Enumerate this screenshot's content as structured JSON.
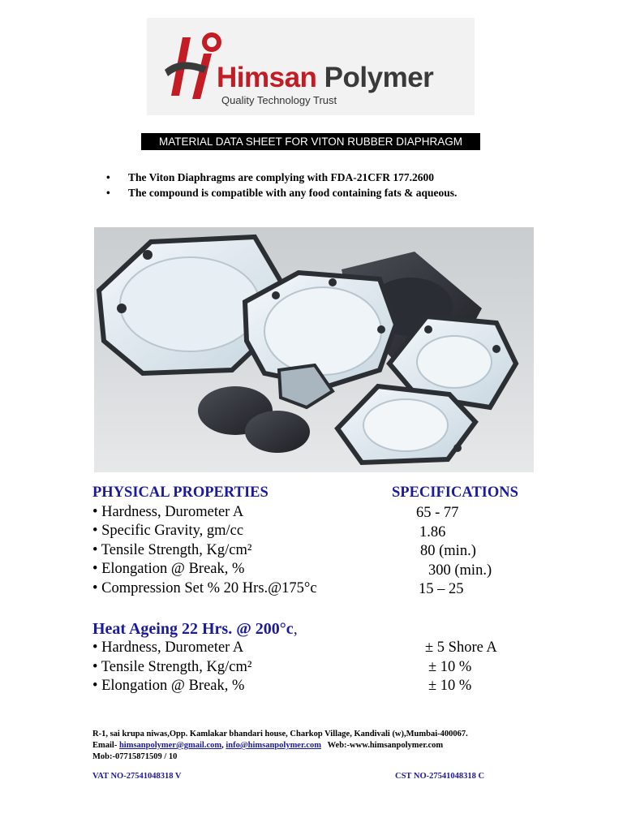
{
  "logo": {
    "name_part1": "Himsan",
    "name_part2": "Polymer",
    "tagline": "Quality Technology Trust",
    "colors": {
      "red": "#c31c24",
      "dark": "#3a3a3a",
      "background": "#f2f2f2"
    }
  },
  "title": "MATERIAL DATA SHEET FOR VITON RUBBER DIAPHRAGM",
  "bullets": [
    "The Viton Diaphragms are complying with FDA-21CFR 177.2600",
    "The compound is compatible with any food containing fats & aqueous."
  ],
  "photo": {
    "subject": "viton rubber diaphragms"
  },
  "physical": {
    "heading": "PHYSICAL PROPERTIES",
    "spec_heading": "SPECIFICATIONS",
    "rows": [
      {
        "label": "• Hardness, Durometer A",
        "value": "65 - 77"
      },
      {
        "label": "• Specific Gravity, gm/cc",
        "value": "1.86"
      },
      {
        "label": "• Tensile Strength, Kg/cm²",
        "value": "80 (min.)"
      },
      {
        "label": "• Elongation @ Break, %",
        "value": "300 (min.)"
      },
      {
        "label": "• Compression Set % 20 Hrs.@175°c",
        "value": "15 – 25"
      }
    ]
  },
  "heat": {
    "heading": "Heat Ageing 22 Hrs. @ 200°c",
    "heading_suffix": ",",
    "rows": [
      {
        "label": "• Hardness, Durometer A",
        "value": "± 5 Shore A"
      },
      {
        "label": "• Tensile Strength, Kg/cm²",
        "value": "± 10 %"
      },
      {
        "label": "• Elongation @ Break, %",
        "value": "± 10 %"
      }
    ]
  },
  "footer": {
    "address": "R-1, sai krupa niwas,Opp. Kamlakar bhandari house, Charkop Village, Kandivali (w),Mumbai-400067.",
    "email_label": "Email- ",
    "email1": "himsanpolymer@gmail.com",
    "sep": ", ",
    "email2": "info@himsanpolymer.com",
    "web": "   Web:-www.himsanpolymer.com",
    "mobile": "Mob:-07715871509 / 10",
    "vat": "VAT NO-27541048318 V",
    "cst": "CST NO-27541048318 C"
  },
  "colors": {
    "heading_blue": "#1a1a9c",
    "title_bar": "#000000"
  }
}
